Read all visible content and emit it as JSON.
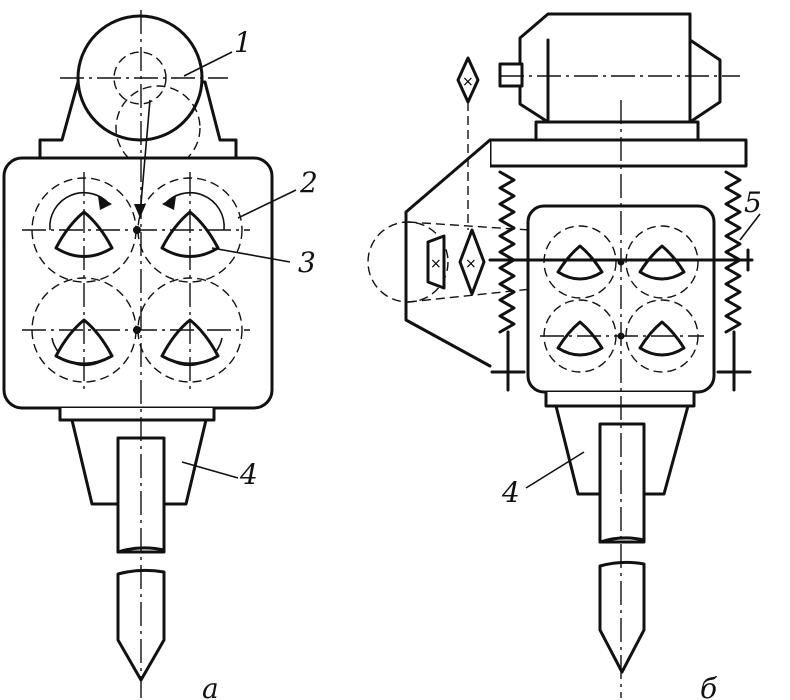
{
  "figure_a": {
    "caption": "а",
    "callouts": {
      "c1": "1",
      "c2": "2",
      "c3": "3",
      "c4": "4"
    }
  },
  "figure_b": {
    "caption": "б",
    "callouts": {
      "c4": "4",
      "c5": "5"
    }
  }
}
